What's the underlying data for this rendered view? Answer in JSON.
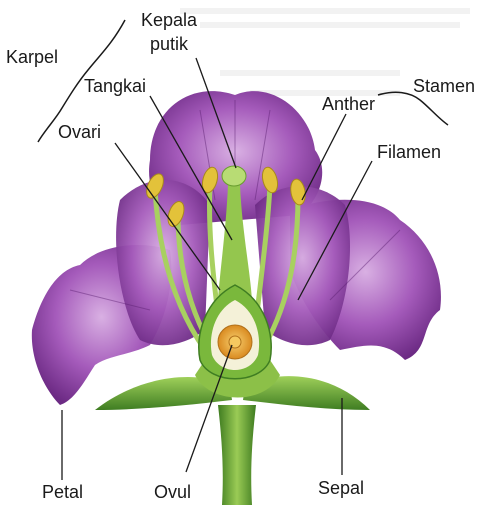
{
  "diagram": {
    "labels": {
      "karpel": "Karpel",
      "kepala_putik_line1": "Kepala",
      "kepala_putik_line2": "putik",
      "tangkai": "Tangkai",
      "ovari": "Ovari",
      "stamen": "Stamen",
      "anther": "Anther",
      "filamen": "Filamen",
      "petal": "Petal",
      "ovul": "Ovul",
      "sepal": "Sepal"
    },
    "colors": {
      "petal_purple": "#a45cb8",
      "petal_dark": "#6f2d86",
      "petal_light": "#d7a8e0",
      "green": "#7ab83c",
      "green_dark": "#3f7d22",
      "anther_yellow": "#e3c23a",
      "ovule_orange": "#e9a23a"
    }
  }
}
